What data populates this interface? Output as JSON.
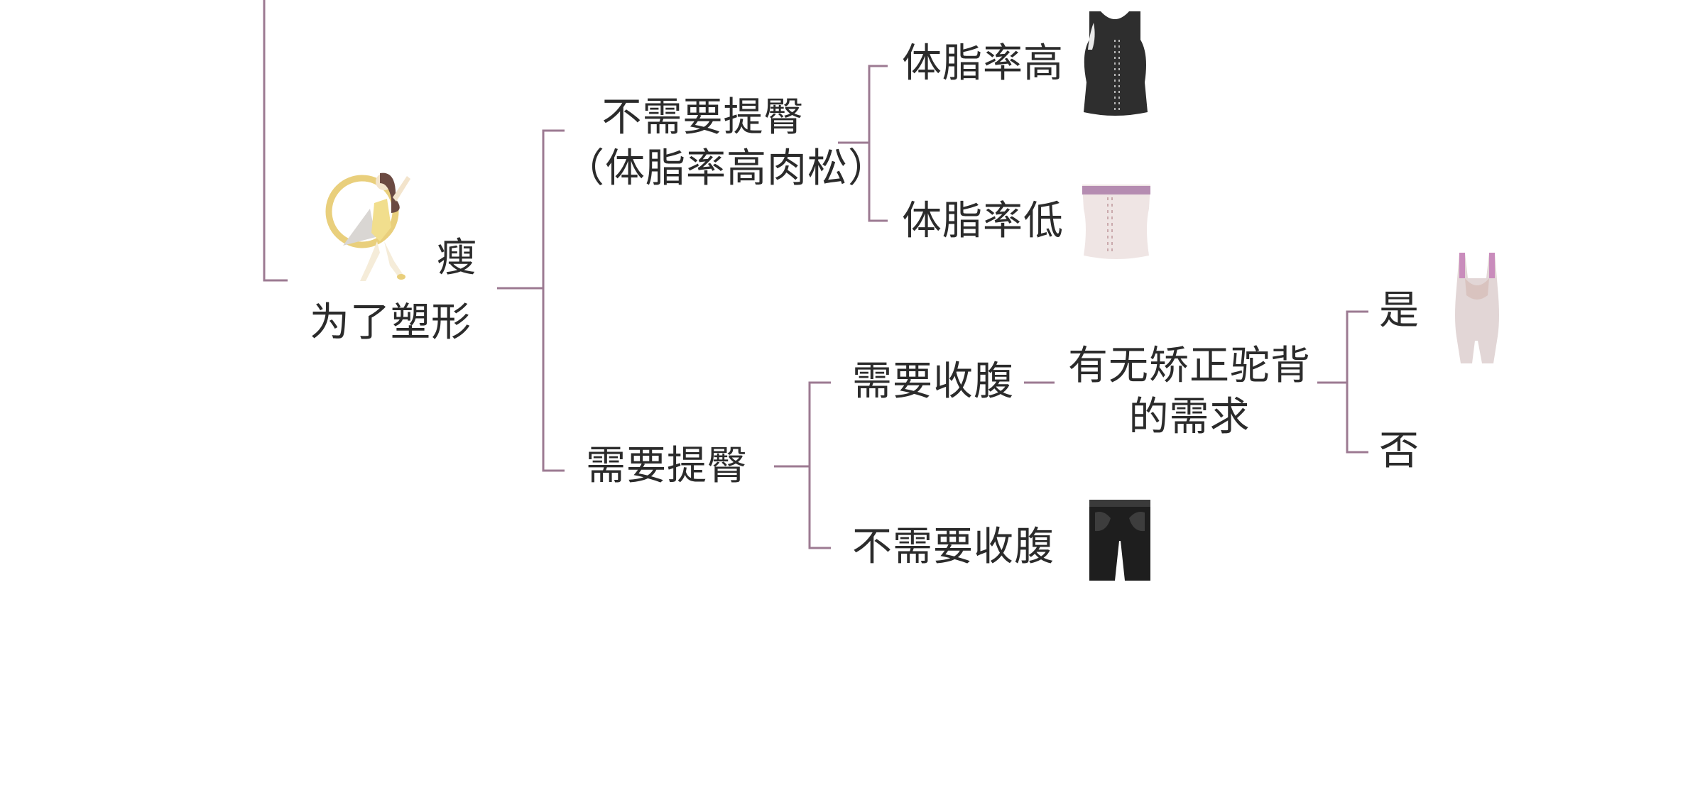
{
  "colors": {
    "connector": "#9c7a92",
    "text": "#2b2b2b",
    "background": "#ffffff"
  },
  "root": {
    "label_top": "瘦",
    "label_bottom": "为了塑形",
    "icon": "hula-hoop-woman-icon"
  },
  "branches": {
    "no_butt_lift": {
      "line1": "不需要提臀",
      "line2": "（体脂率高肉松）",
      "high_fat": {
        "label": "体脂率高",
        "product_icon": "black-vest-corset-icon"
      },
      "low_fat": {
        "label": "体脂率低",
        "product_icon": "waist-trainer-icon"
      }
    },
    "butt_lift": {
      "label": "需要提臀",
      "tummy": {
        "label": "需要收腹",
        "question": {
          "line1": "有无矫正驼背",
          "line2": "的需求"
        },
        "yes": {
          "label": "是",
          "product_icon": "full-bodysuit-icon"
        },
        "no": {
          "label": "否"
        }
      },
      "no_tummy": {
        "label": "不需要收腹",
        "product_icon": "butt-lift-shorts-icon"
      }
    }
  }
}
